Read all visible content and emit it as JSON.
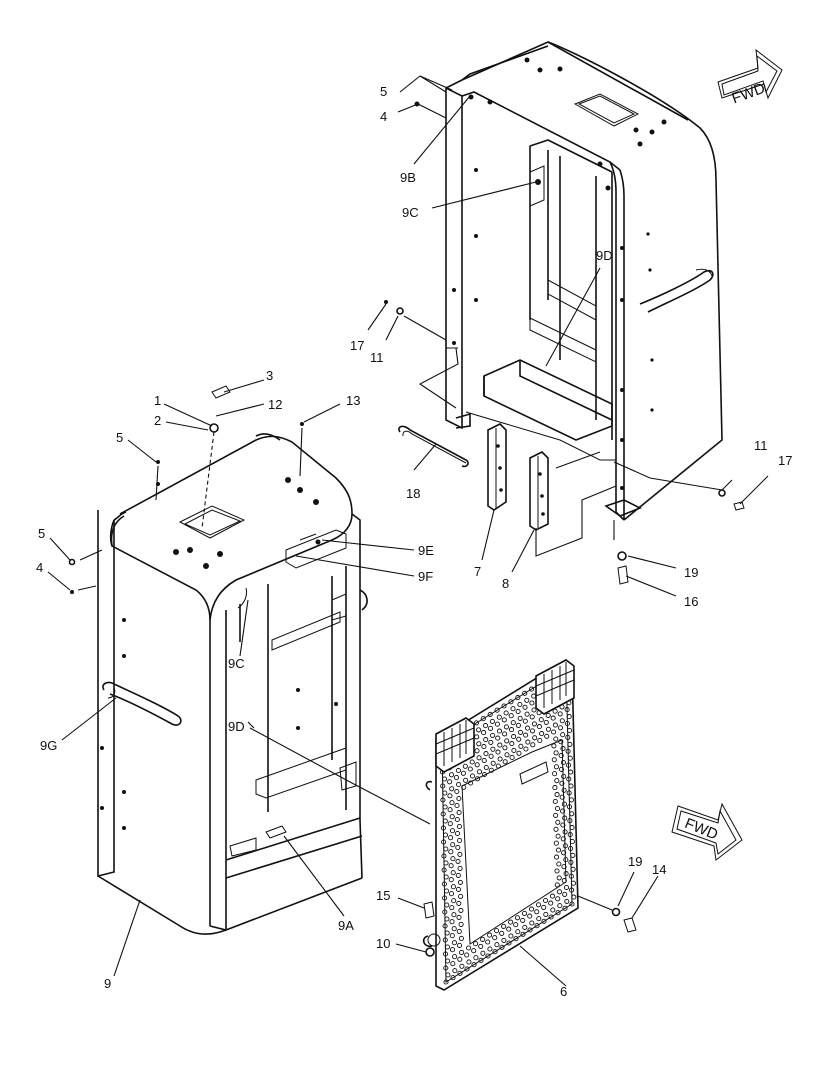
{
  "labels": {
    "l5a": "5",
    "l4a": "4",
    "l9B": "9B",
    "l9Ca": "9C",
    "l9Da": "9D",
    "l17a": "17",
    "l11a": "11",
    "l11b": "11",
    "l17b": "17",
    "l18": "18",
    "l7": "7",
    "l8": "8",
    "l19a": "19",
    "l16": "16",
    "l3": "3",
    "l1": "1",
    "l12": "12",
    "l2": "2",
    "l13": "13",
    "l5b": "5",
    "l5c": "5",
    "l4b": "4",
    "l9E": "9E",
    "l9F": "9F",
    "l9Cb": "9C",
    "l9G": "9G",
    "l9Db": "9D",
    "l9A": "9A",
    "l9": "9",
    "l15": "15",
    "l10": "10",
    "l6": "6",
    "l19b": "19",
    "l14": "14"
  },
  "fwd_top": "FWD",
  "fwd_bottom": "FWD",
  "icons": {
    "arrow": "fwd-arrow-icon"
  }
}
